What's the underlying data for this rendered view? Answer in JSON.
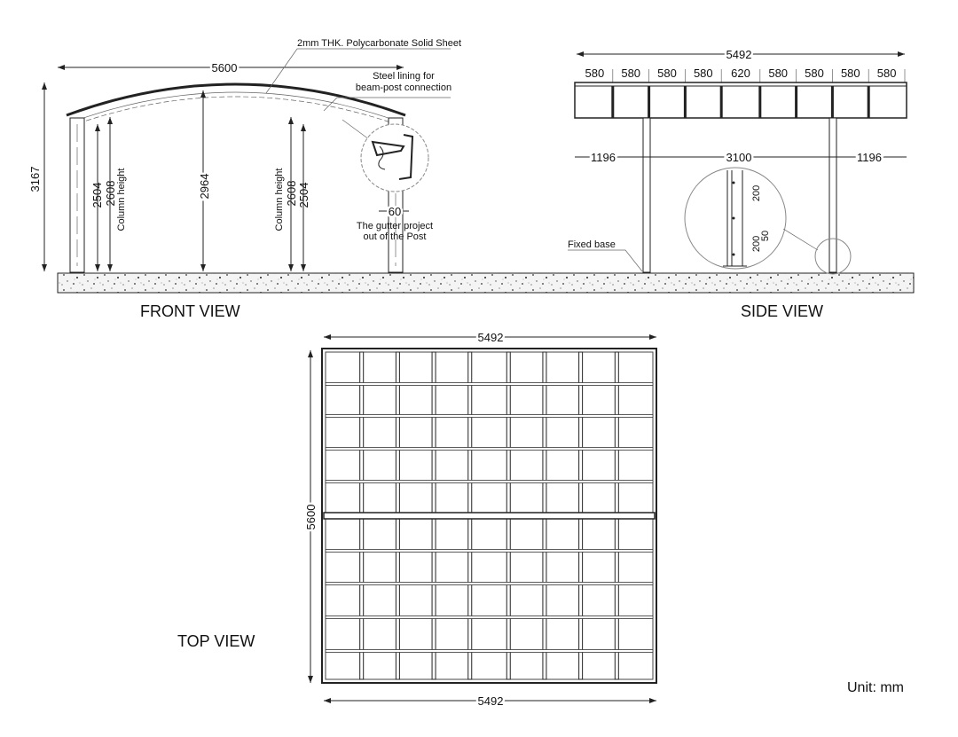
{
  "front_view": {
    "title": "FRONT VIEW",
    "width_dim": "5600",
    "total_height_dim": "3167",
    "ridge_height_dim": "2964",
    "left_dims": [
      "2504",
      "2608"
    ],
    "right_dims": [
      "2608",
      "2504"
    ],
    "column_height_label": "Column height",
    "sheet_note": "2mm THK. Polycarbonate Solid Sheet",
    "lining_note_line1": "Steel lining for",
    "lining_note_line2": "beam-post connection",
    "gutter_dim": "60",
    "gutter_note_line1": "The gutter project",
    "gutter_note_line2": "out of the Post"
  },
  "side_view": {
    "title": "SIDE VIEW",
    "width_dim": "5492",
    "segments": [
      "580",
      "580",
      "580",
      "580",
      "620",
      "580",
      "580",
      "580",
      "580"
    ],
    "overhang_left": "1196",
    "post_span": "3100",
    "overhang_right": "1196",
    "fixed_base_note": "Fixed base",
    "detail_dims": [
      "200",
      "200",
      "50"
    ]
  },
  "top_view": {
    "title": "TOP VIEW",
    "width_top": "5492",
    "width_bottom": "5492",
    "depth": "5600"
  },
  "unit_label": "Unit: mm"
}
